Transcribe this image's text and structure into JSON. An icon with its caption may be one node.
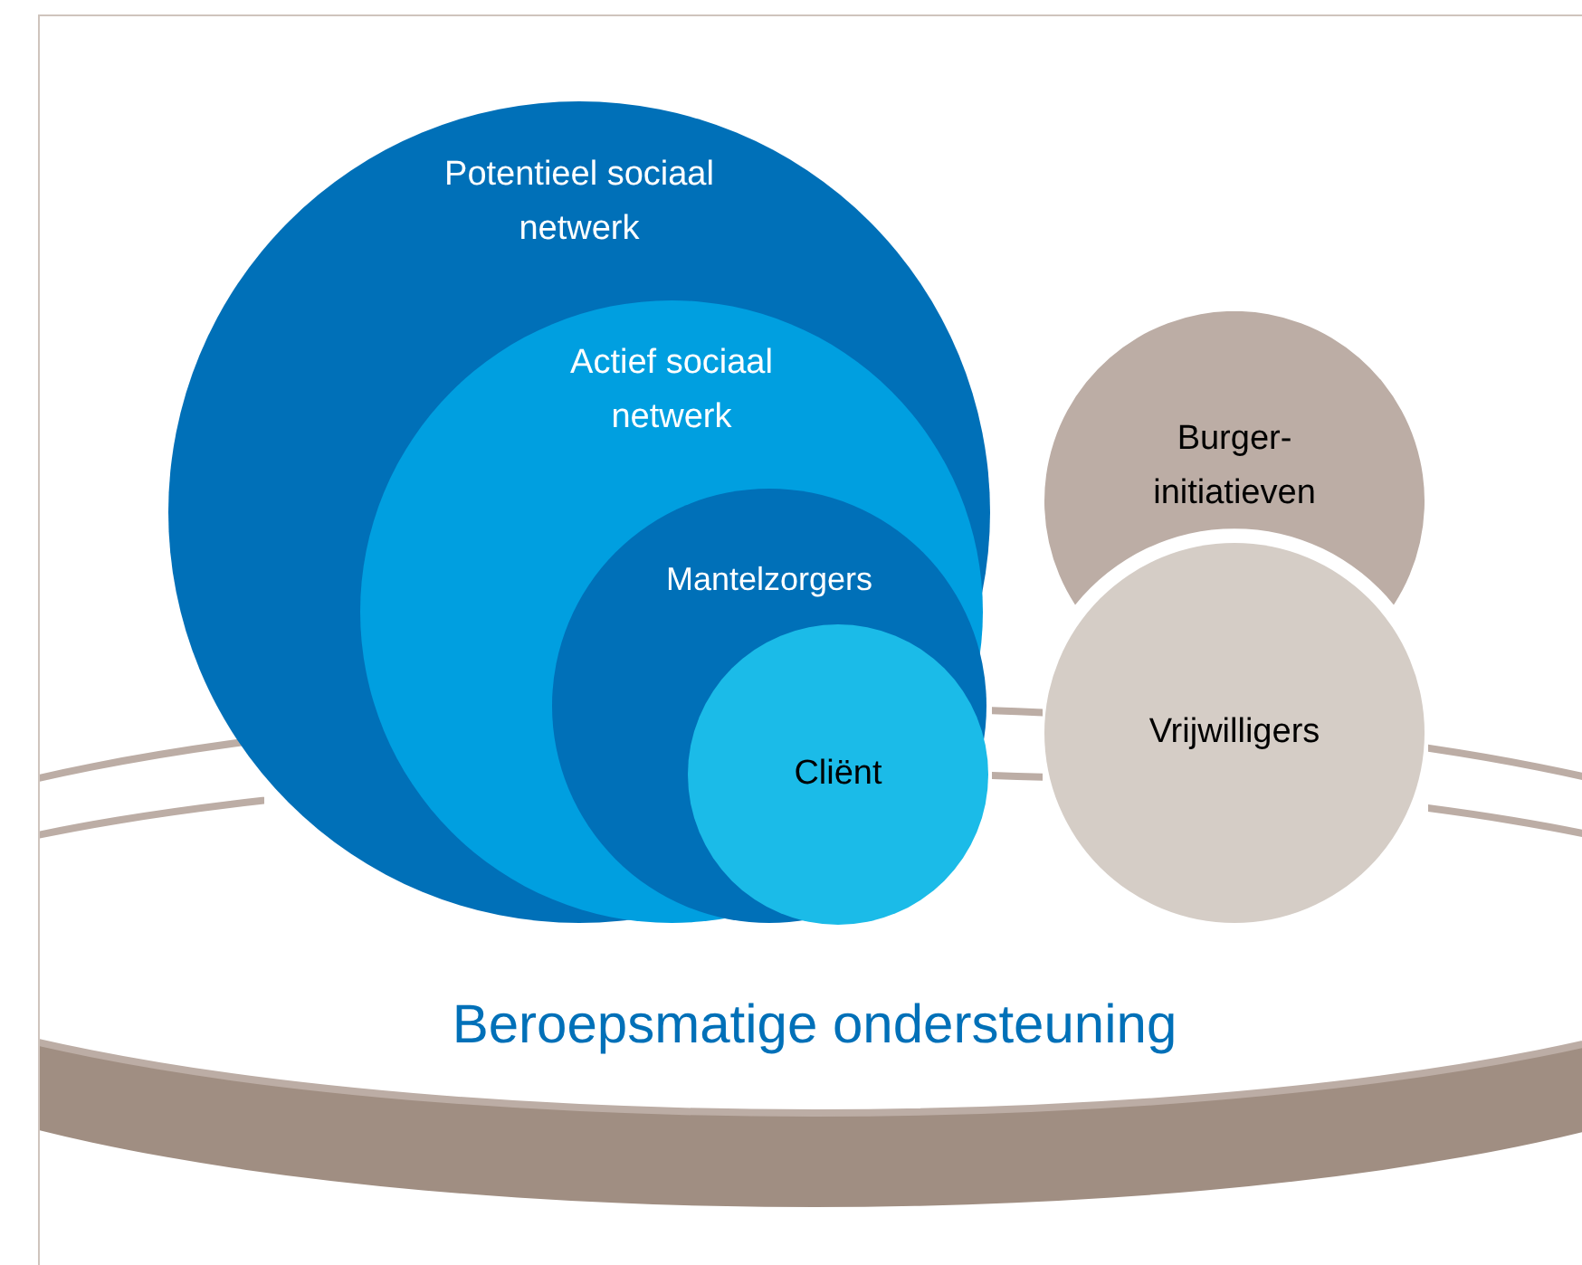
{
  "diagram": {
    "nodes": [
      {
        "text": [
          "Potentieel sociaal netwerk"
        ]
      },
      {
        "text": [
          "Actief sociaal netwerk"
        ],
        "in": 0
      },
      {
        "text": [
          "Mantelzorgers"
        ],
        "in": 1
      },
      {
        "text": [
          "Cliënt"
        ],
        "in": 2
      },
      {
        "text": [
          "Burger- initiatieven"
        ]
      },
      {
        "text": [
          "Vrijwilligers"
        ]
      },
      {
        "text": [
          "Beroepsmatige ondersteuning"
        ]
      }
    ]
  }
}
